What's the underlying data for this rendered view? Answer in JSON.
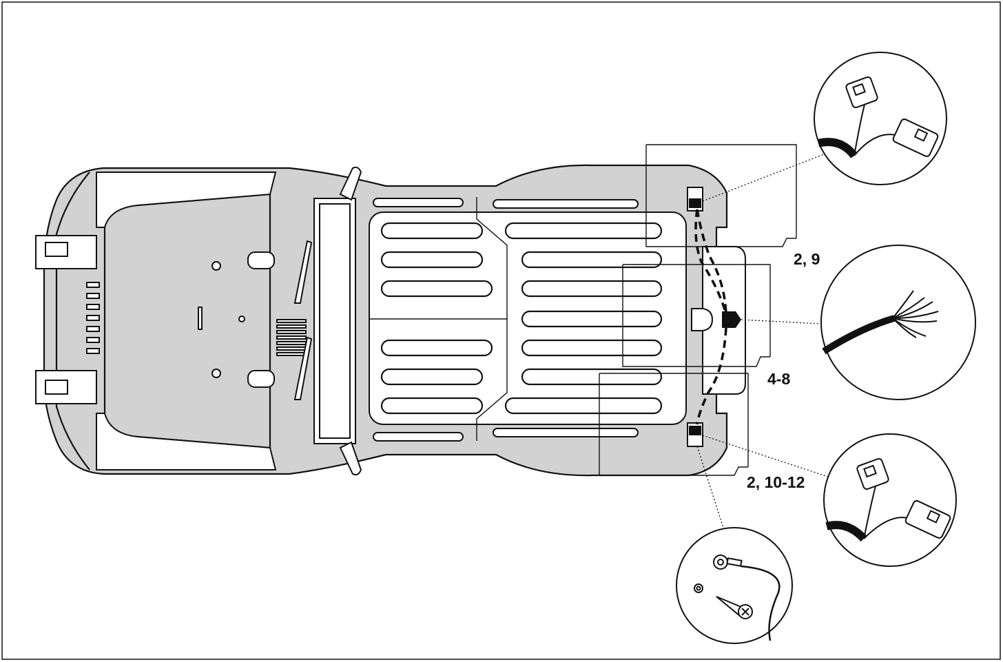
{
  "diagram": {
    "colors": {
      "line": "#111111",
      "body_fill": "#d2d2d2",
      "background": "#ffffff"
    },
    "callouts": [
      {
        "id": "top-lamp",
        "label": "2, 9",
        "detail": "connector-pair-icon"
      },
      {
        "id": "socket",
        "label": "4-8",
        "detail": "loose-wire-ends-icon"
      },
      {
        "id": "bottom-lamp",
        "label": "2, 10-12",
        "detail": "connector-pair-icon"
      }
    ],
    "ground_detail": {
      "icons": [
        "ring-terminal-icon",
        "self-tapping-screw-icon",
        "gear-washer-icon"
      ]
    }
  }
}
